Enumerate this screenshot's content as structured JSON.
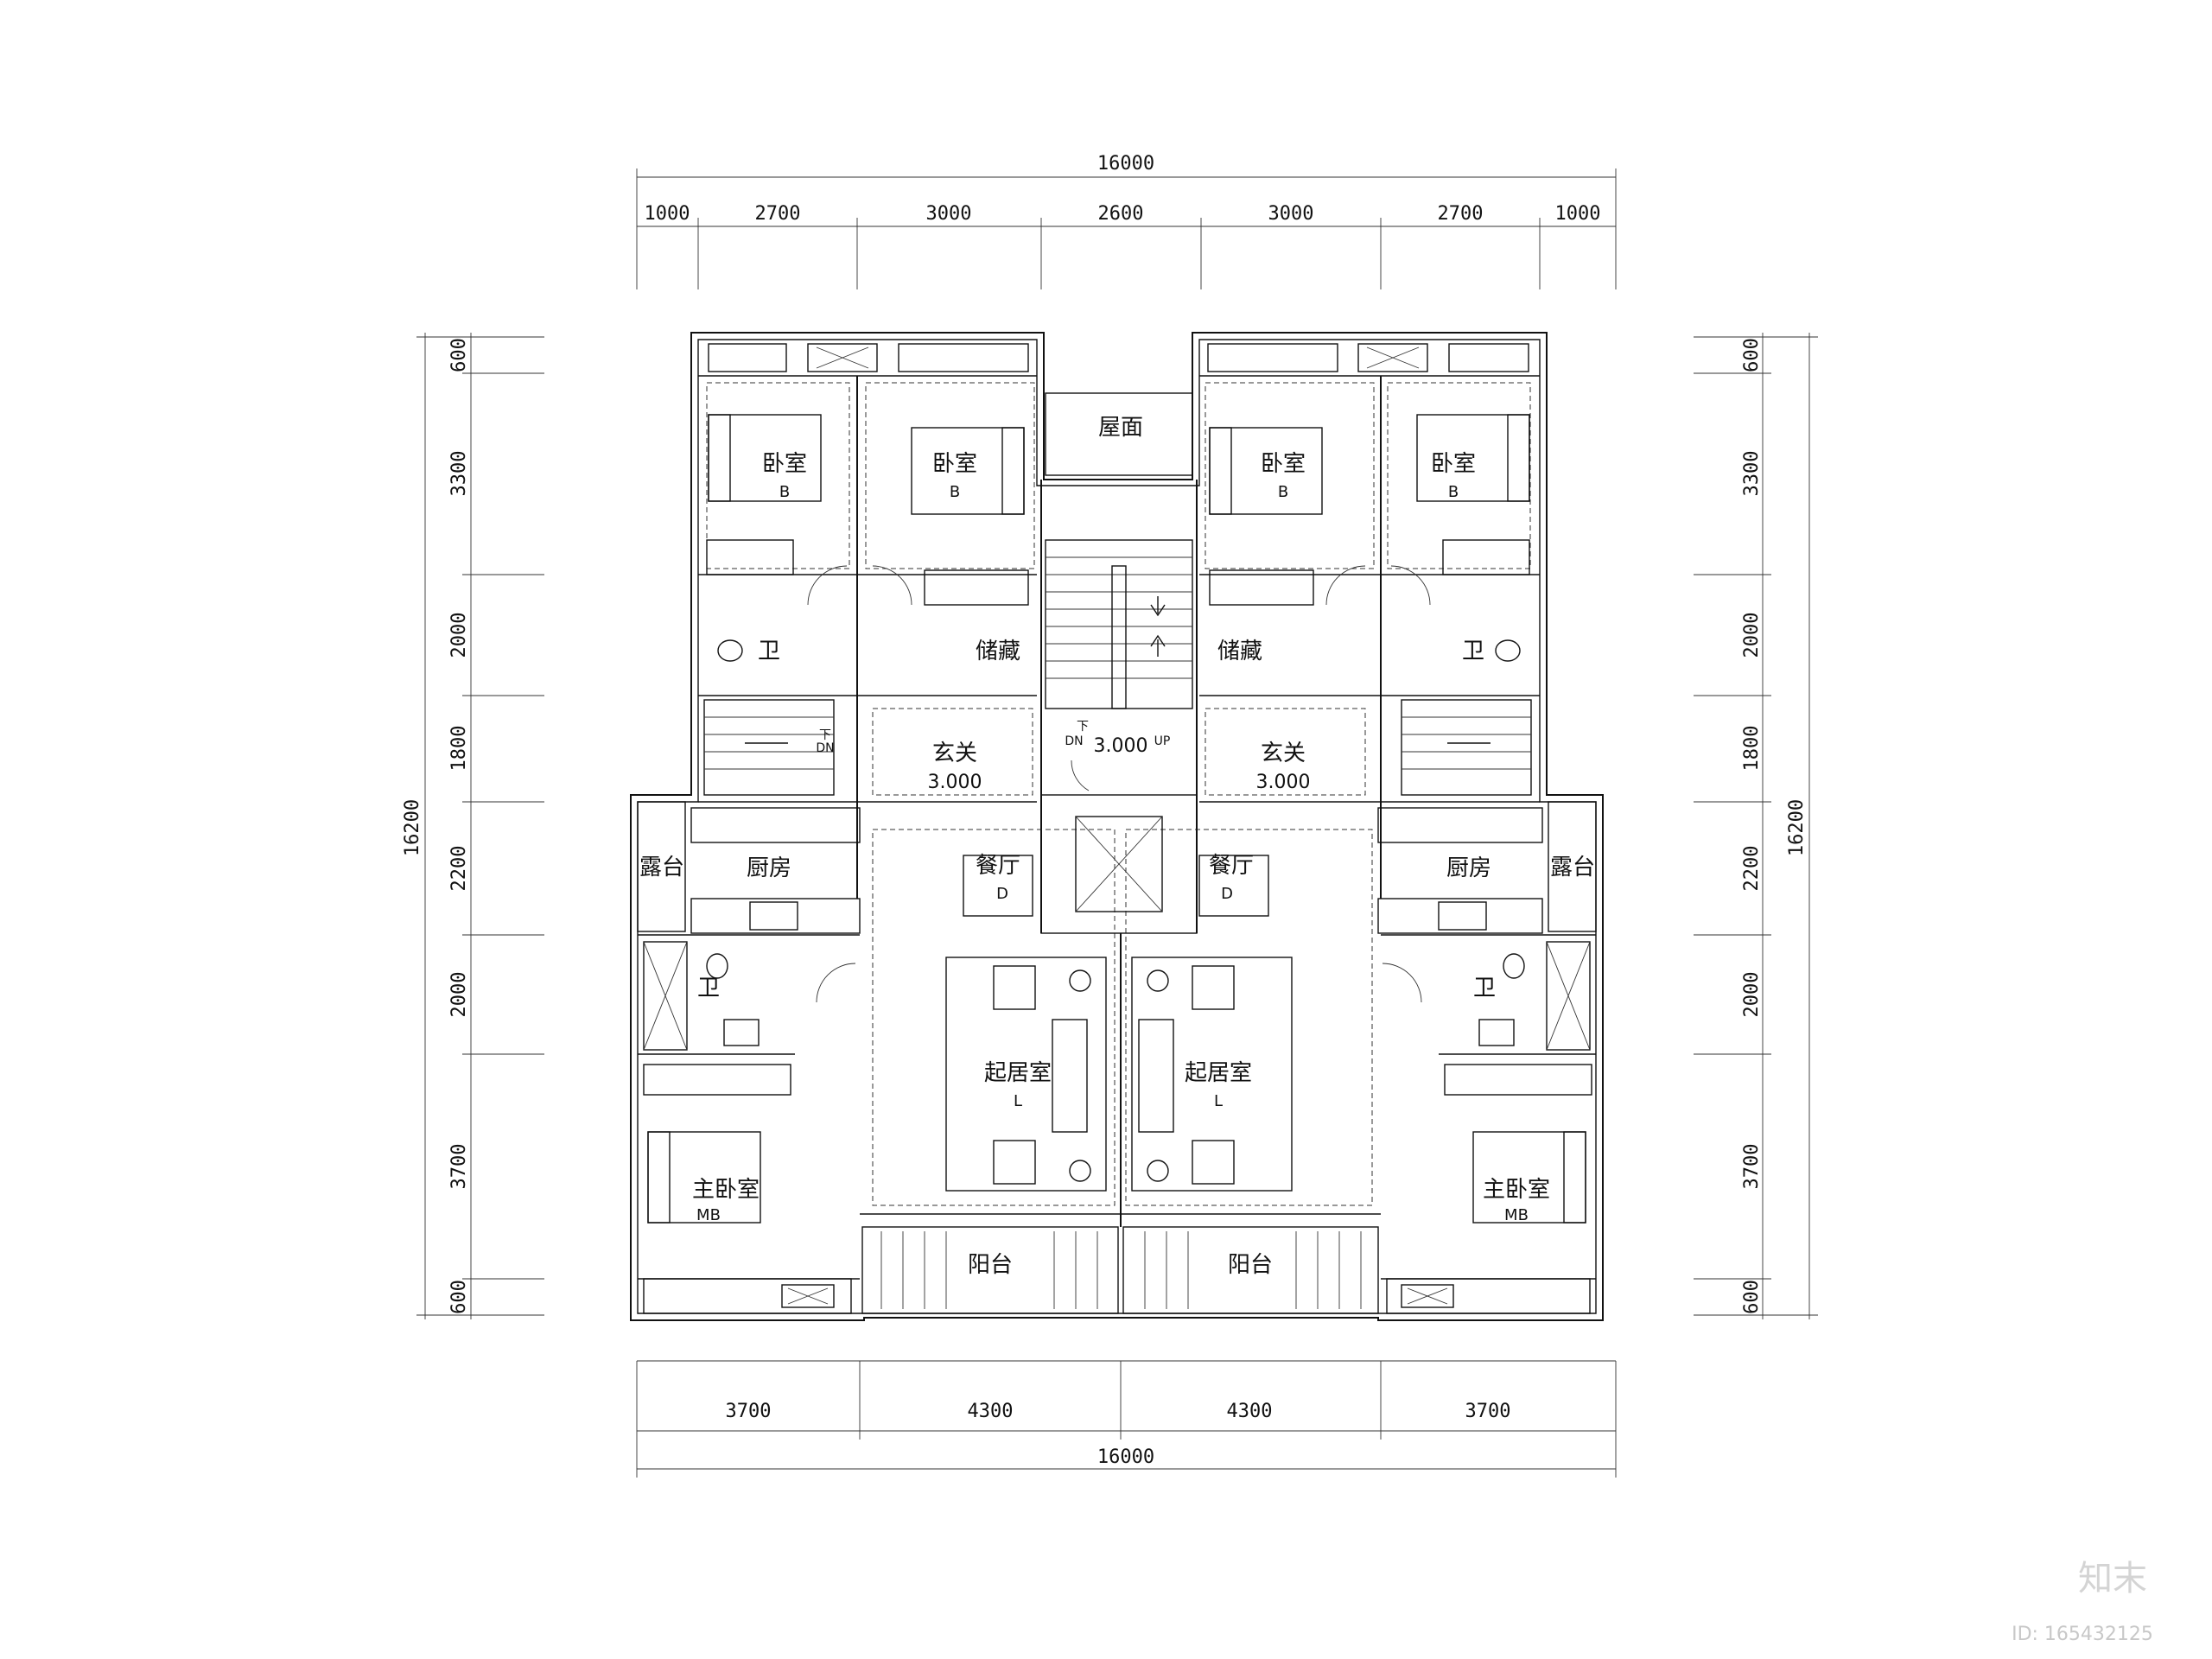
{
  "dims": {
    "top_total": "16000",
    "top_segments": [
      "1000",
      "2700",
      "3000",
      "2600",
      "3000",
      "2700",
      "1000"
    ],
    "bottom_total": "16000",
    "bottom_segments": [
      "3700",
      "4300",
      "4300",
      "3700"
    ],
    "left_total": "16200",
    "right_total": "16200",
    "side_segments": [
      "600",
      "3300",
      "2000",
      "1800",
      "2200",
      "2000",
      "3700",
      "600"
    ]
  },
  "rooms": {
    "bedroom": "卧室",
    "bedroom_tag": "B",
    "roof": "屋面",
    "toilet": "卫",
    "storage": "储藏",
    "foyer": "玄关",
    "foyer_elev": "3.000",
    "stair_down": "下",
    "stair_down_en": "DN",
    "stair_up_en": "UP",
    "stair_elev": "3.000",
    "kitchen": "厨房",
    "balcony_side": "露台",
    "dining": "餐厅",
    "dining_tag": "D",
    "living": "起居室",
    "living_tag": "L",
    "master": "主卧室",
    "master_tag": "MB",
    "balcony": "阳台"
  },
  "watermark": {
    "logo": "知末",
    "id": "ID: 165432125"
  }
}
